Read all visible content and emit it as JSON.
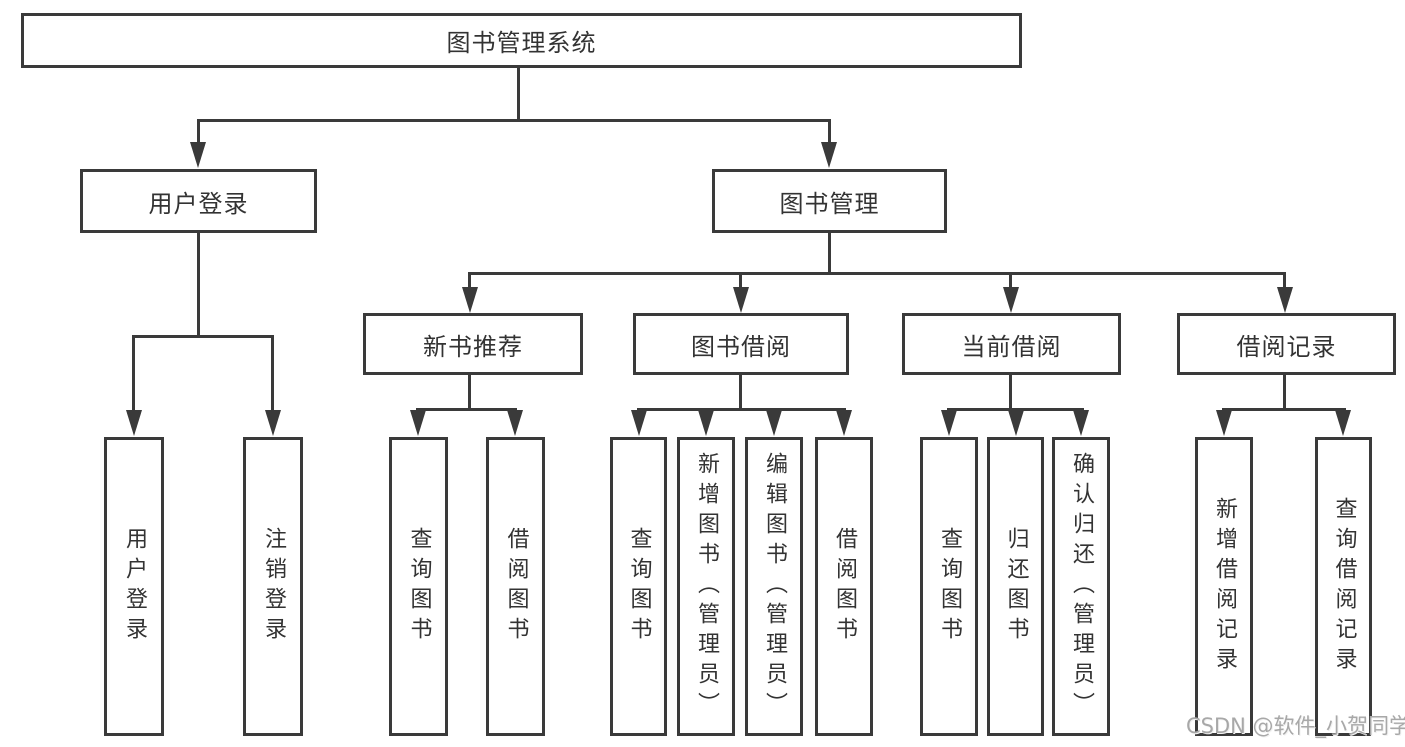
{
  "diagram": {
    "root": {
      "label": "图书管理系统"
    },
    "level2": [
      {
        "label": "用户登录"
      },
      {
        "label": "图书管理"
      }
    ],
    "level3": [
      {
        "label": "新书推荐"
      },
      {
        "label": "图书借阅"
      },
      {
        "label": "当前借阅"
      },
      {
        "label": "借阅记录"
      }
    ],
    "leaves": {
      "user_login": [
        "用户登录",
        "注销登录"
      ],
      "new_book": [
        "查询图书",
        "借阅图书"
      ],
      "book_borrow": [
        "查询图书",
        "新增图书（管理员）",
        "编辑图书（管理员）",
        "借阅图书"
      ],
      "current_borrow": [
        "查询图书",
        "归还图书",
        "确认归还（管理员）"
      ],
      "borrow_record": [
        "新增借阅记录",
        "查询借阅记录"
      ]
    }
  },
  "watermark": {
    "text": "CSDN @软件_小贺同学"
  },
  "colors": {
    "line": "#3a3a3a",
    "text": "#333333",
    "watermark": "#a8a8a8",
    "background": "#ffffff"
  }
}
